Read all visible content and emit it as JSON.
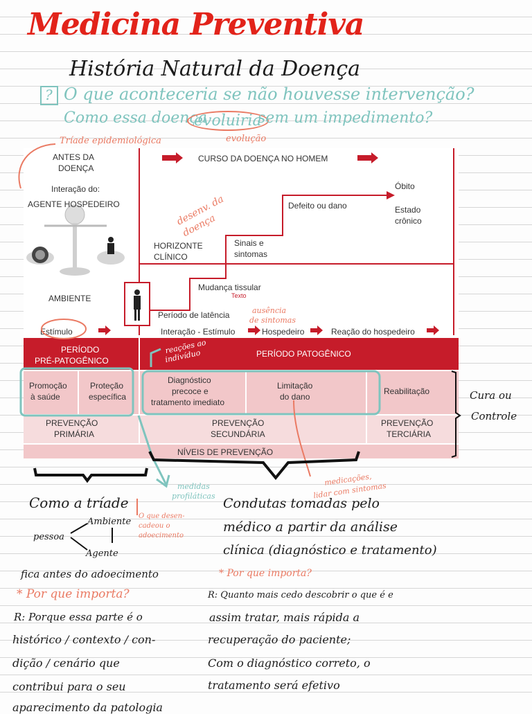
{
  "header": {
    "title": "Medicina Preventiva",
    "subtitle": "História Natural da Doença",
    "question_mark": "?",
    "question_line1": "O que aconteceria se não houvesse intervenção?",
    "question_line2_a": "Como essa doença",
    "question_line2_word": "evoluiria",
    "question_line2_b": "sem um impedimento?",
    "note_evolucao": "evolução",
    "note_triade": "Tríade epidemiológica"
  },
  "diagram": {
    "antes": "ANTES DA\nDOENÇA",
    "antes_l1": "ANTES DA",
    "antes_l2": "DOENÇA",
    "interacao": "Interação do:",
    "agente_hosp": "AGENTE  HOSPEDEIRO",
    "ambiente": "AMBIENTE",
    "estimulo": "Estímulo",
    "curso": "CURSO DA DOENÇA NO HOMEM",
    "obito": "Óbito",
    "estado_l1": "Estado",
    "estado_l2": "crônico",
    "defeito": "Defeito ou dano",
    "sinais_l1": "Sinais e",
    "sinais_l2": "sintomas",
    "horizonte_l1": "HORIZONTE",
    "horizonte_l2": "CLÍNICO",
    "mudanca": "Mudança tissular",
    "texto": "Texto",
    "latencia": "Período de latência",
    "interacao_estimulo": "Interação - Estímulo",
    "hospedeiro": "Hospedeiro",
    "reacao": "Reação do hospedeiro",
    "pre_l1": "PERÍODO",
    "pre_l2": "PRÉ-PATOGÊNICO",
    "patogenico": "PERÍODO PATOGÊNICO",
    "promocao_l1": "Promoção",
    "promocao_l2": "à saúde",
    "protecao_l1": "Proteção",
    "protecao_l2": "específica",
    "diag_l1": "Diagnóstico",
    "diag_l2": "precoce e",
    "diag_l3": "tratamento imediato",
    "limit_l1": "Limitação",
    "limit_l2": "do dano",
    "reabilitacao": "Reabilitação",
    "prev_prim_l1": "PREVENÇÃO",
    "prev_prim_l2": "PRIMÁRIA",
    "prev_sec_l1": "PREVENÇÃO",
    "prev_sec_l2": "SECUNDÁRIA",
    "prev_ter_l1": "PREVENÇÃO",
    "prev_ter_l2": "TERCIÁRIA",
    "niveis": "NÍVEIS DE PREVENÇÃO"
  },
  "annotations": {
    "desenv_l1": "desenv. da",
    "desenv_l2": "doença",
    "ausencia_l1": "ausência",
    "ausencia_l2": "de sintomas",
    "reacoes_l1": "reações ao",
    "reacoes_l2": "indivíduo",
    "cura_l1": "Cura ou",
    "cura_l2": "Controle",
    "medidas_l1": "medidas",
    "medidas_l2": "profiláticas",
    "medicacoes_l1": "medicações,",
    "medicacoes_l2": "lidar com sintomas",
    "oque_l1": "O que desen-",
    "oque_l2": "cadeou o",
    "oque_l3": "adoecimento"
  },
  "notes_left": {
    "como": "Como a tríade",
    "ambiente": "Ambiente",
    "pessoa": "pessoa",
    "agente": "Agente",
    "fica": "fica antes do adoecimento",
    "porque": "* Por que importa?",
    "r1": "R: Porque essa parte é o",
    "r2": "histórico / contexto / con-",
    "r3": "dição / cenário que",
    "r4": "contribui para o seu",
    "r5": "aparecimento da patologia"
  },
  "notes_right": {
    "c1": "Condutas tomadas pelo",
    "c2": "médico a partir da análise",
    "c3": "clínica (diagnóstico e tratamento)",
    "porque": "* Por que importa?",
    "r1": "R: Quanto mais cedo descobrir o que é e",
    "r2": "assim tratar, mais rápida a",
    "r3": "recuperação do paciente;",
    "r4": "Com o diagnóstico correto, o",
    "r5": "tratamento será efetivo"
  },
  "colors": {
    "title_red": "#e2231a",
    "teal": "#7fc4be",
    "salmon": "#ea7a63",
    "diagram_red": "#c61c2a"
  }
}
